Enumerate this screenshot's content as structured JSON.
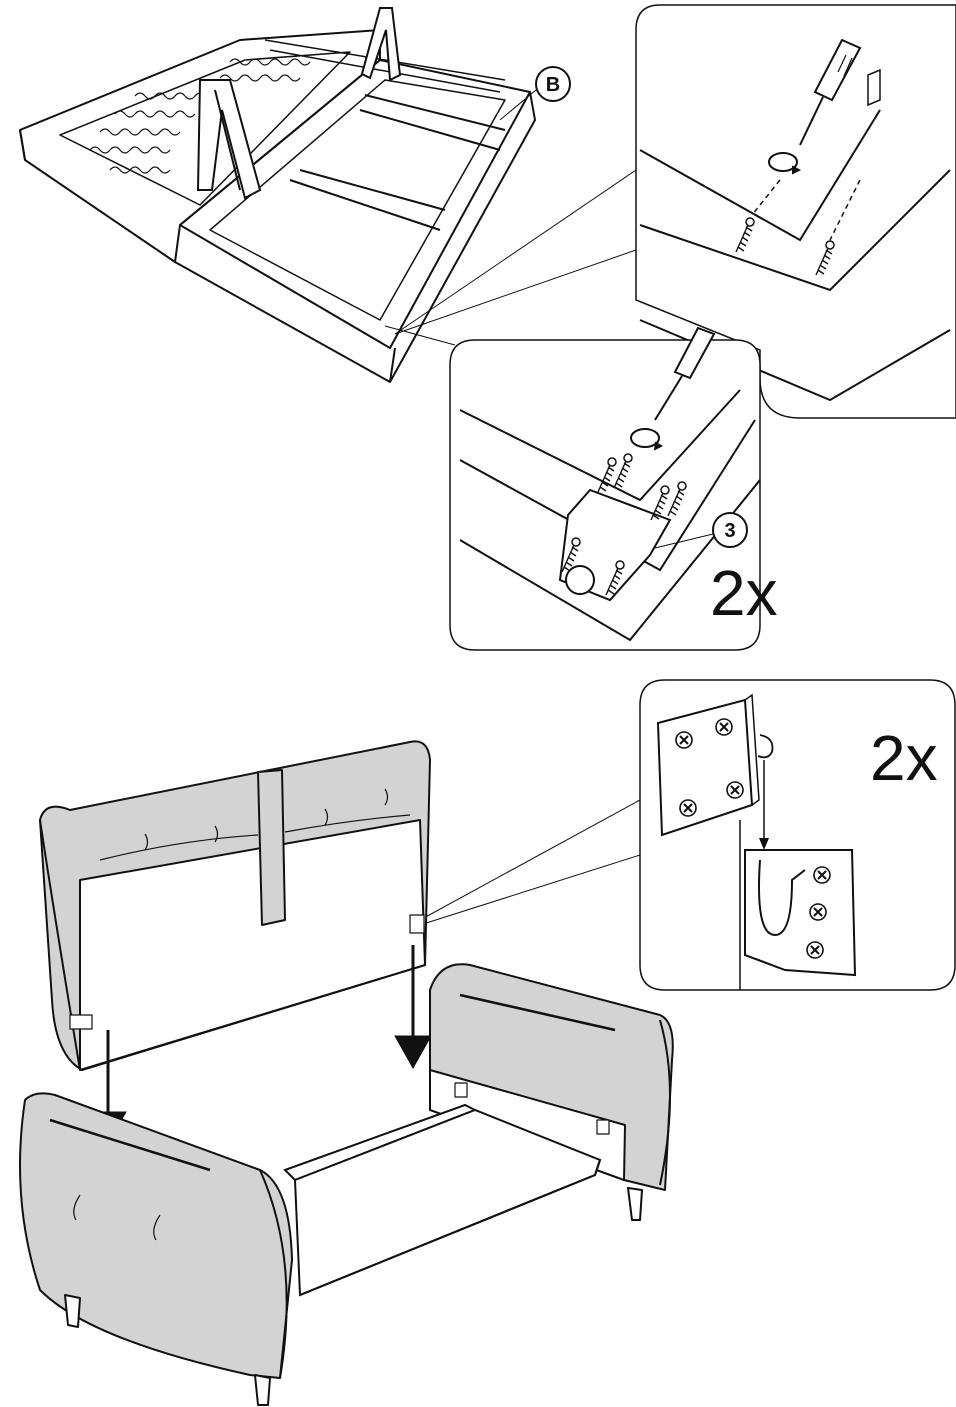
{
  "step_top": {
    "part_label": "B",
    "screw_part_label": "3",
    "quantity_label": "2x"
  },
  "step_bottom": {
    "quantity_label": "2x"
  },
  "colors": {
    "line": "#111111",
    "upholstery": "#d3d3d3",
    "background": "#ffffff"
  },
  "icons": [
    "screwdriver-icon",
    "rotate-arrow-icon",
    "screw-icon",
    "down-arrow-icon",
    "hook-bracket-icon"
  ]
}
